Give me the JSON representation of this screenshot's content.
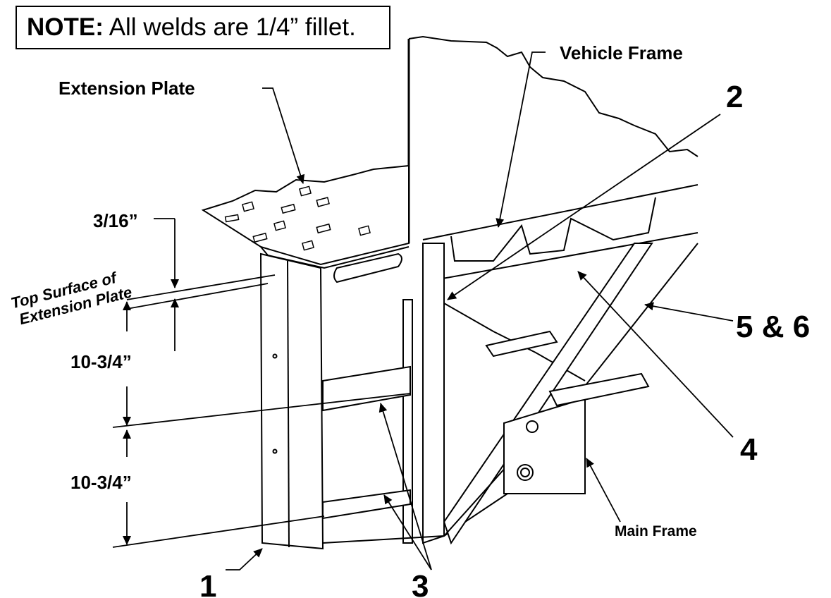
{
  "note": {
    "label": "NOTE:",
    "text": "All welds are 1/4” fillet."
  },
  "labels": {
    "extension_plate": "Extension Plate",
    "vehicle_frame": "Vehicle Frame",
    "main_frame": "Main Frame",
    "top_surface_line1": "Top Surface of",
    "top_surface_line2": "Extension Plate"
  },
  "dimensions": {
    "plate_thickness": "3/16”",
    "upper_spacing": "10-3/4”",
    "lower_spacing": "10-3/4”"
  },
  "callouts": {
    "item_1": "1",
    "item_2": "2",
    "item_3": "3",
    "item_4": "4",
    "item_5_6": "5 & 6"
  }
}
